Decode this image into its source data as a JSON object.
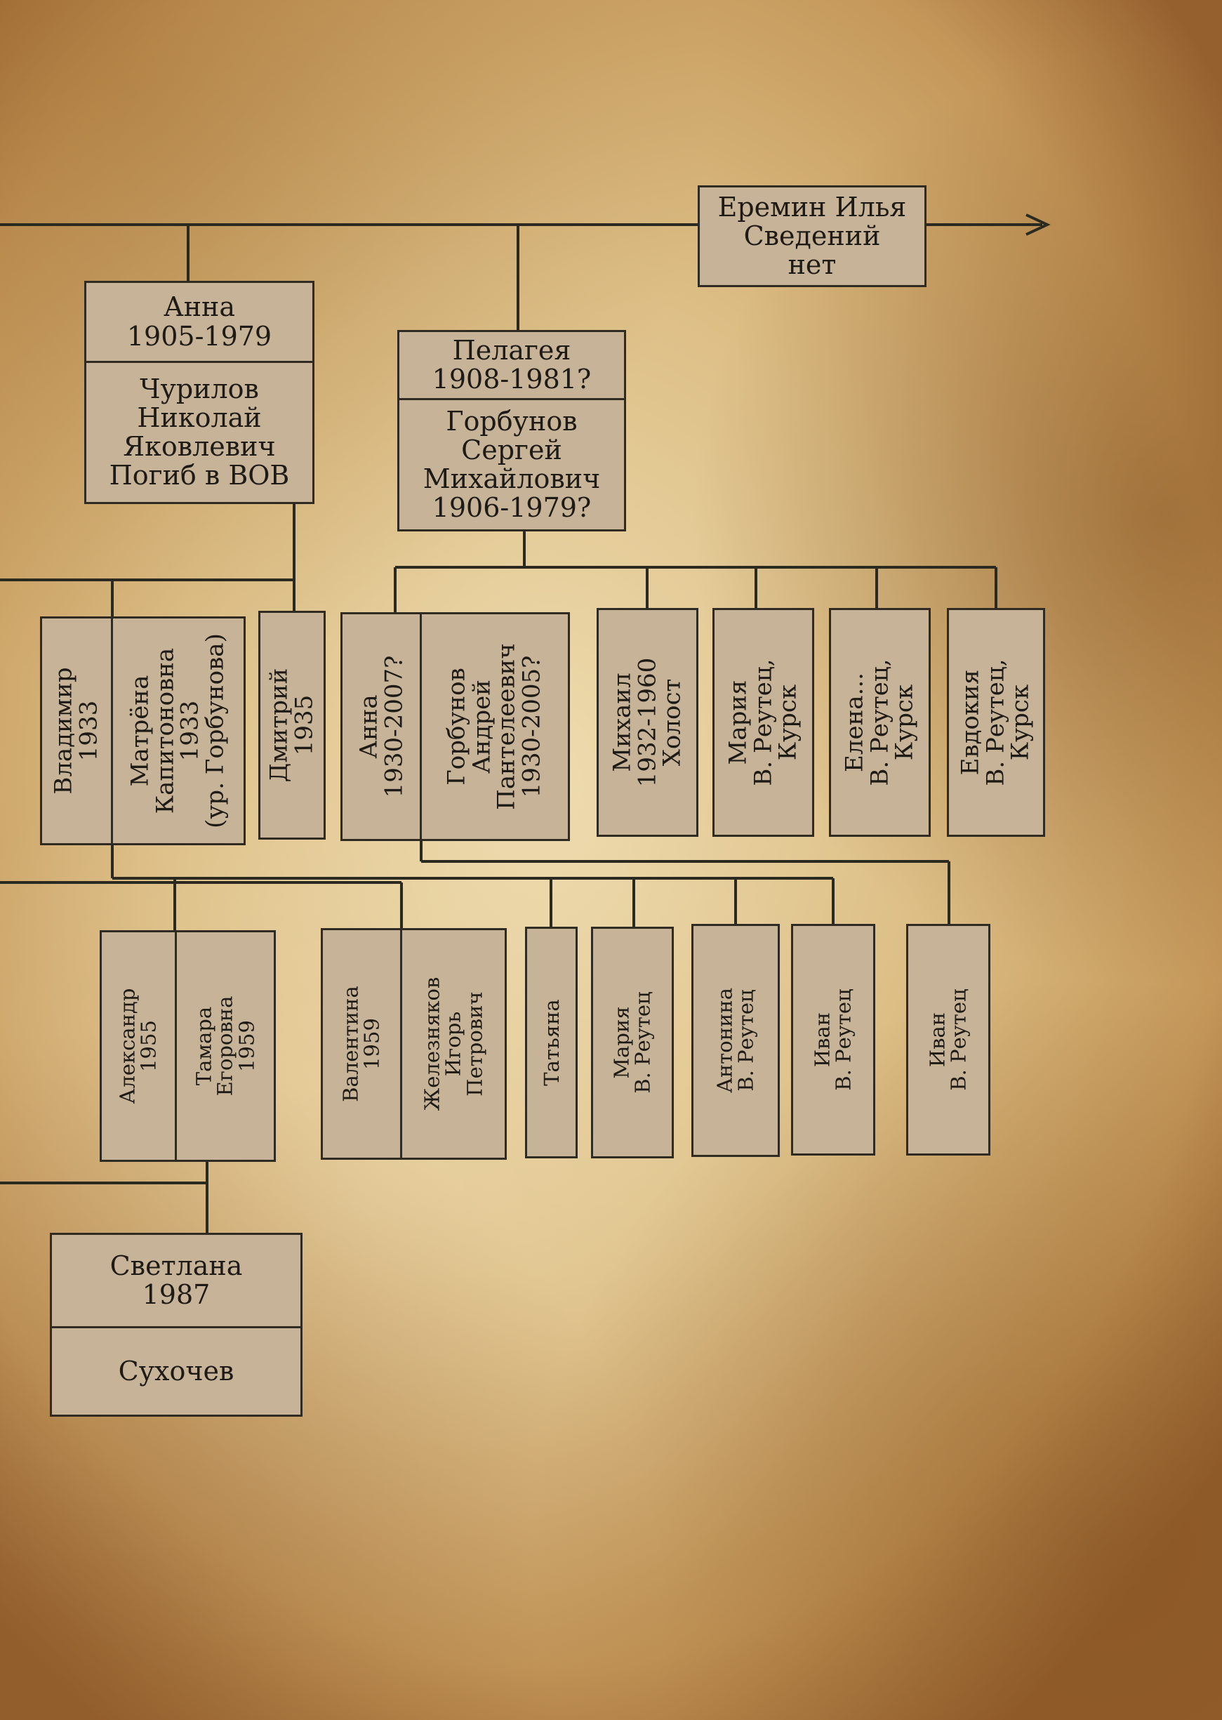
{
  "top_person": {
    "lines": [
      "Еремин Илья",
      "Сведений",
      "нет"
    ]
  },
  "anna": {
    "top": [
      "Анна",
      "1905-1979"
    ],
    "bottom": [
      "Чурилов",
      "Николай",
      "Яковлевич",
      "Погиб в ВОВ"
    ]
  },
  "pelageya": {
    "top": [
      "Пелагея",
      "1908-1981?"
    ],
    "bottom": [
      "Горбунов",
      "Сергей",
      "Михайлович",
      "1906-1979?"
    ]
  },
  "gen2": {
    "vladimir": [
      "Владимир",
      "1933"
    ],
    "matryona": [
      "Матрёна",
      "Капитоновна",
      "1933",
      "(ур. Горбунова)"
    ],
    "dmitry": [
      "Дмитрий",
      "1935"
    ],
    "anna2": [
      "Анна",
      "1930-2007?"
    ],
    "andrey": [
      "Горбунов",
      "Андрей",
      "Пантелеевич",
      "1930-2005?"
    ],
    "mikhail": [
      "Михаил",
      "1932-1960",
      "Холост"
    ],
    "maria": [
      "Мария",
      "В. Реутец,",
      "Курск"
    ],
    "elena": [
      "Елена...",
      "В. Реутец,",
      "Курск"
    ],
    "evdokia": [
      "Евдокия",
      "В. Реутец,",
      "Курск"
    ]
  },
  "gen3": {
    "alexandr": [
      "Александр",
      "1955"
    ],
    "tamara": [
      "Тамара",
      "Егоровна",
      "1959"
    ],
    "valentina": [
      "Валентина",
      "1959"
    ],
    "zheleznyakov": [
      "Железняков",
      "Игорь",
      "Петрович"
    ],
    "tatyana": [
      "Татьяна"
    ],
    "maria3": [
      "Мария",
      "В. Реутец"
    ],
    "antonina": [
      "Антонина",
      "В. Реутец"
    ],
    "ivan1": [
      "Иван",
      "В. Реутец"
    ],
    "ivan2": [
      "Иван",
      "В. Реутец"
    ]
  },
  "svetlana": {
    "top": [
      "Светлана",
      "1987"
    ],
    "bottom": [
      "Сухочев"
    ]
  },
  "colors": {
    "box_fill": "#c6b398",
    "line": "#2f2a22"
  }
}
